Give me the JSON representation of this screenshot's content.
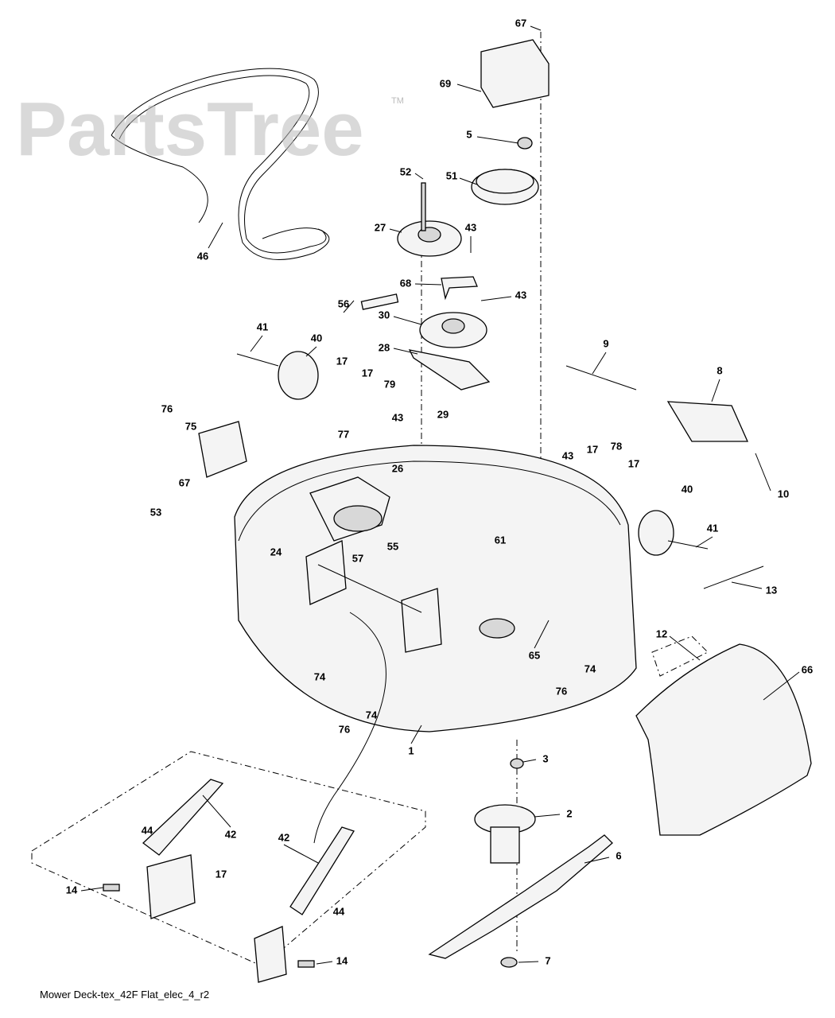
{
  "diagram": {
    "caption": "Mower Deck-tex_42F Flat_elec_4_r2",
    "watermark": "PartsTree",
    "watermark_tm": "TM",
    "callouts": [
      "67",
      "69",
      "5",
      "52",
      "51",
      "27",
      "43",
      "46",
      "68",
      "43",
      "56",
      "30",
      "41",
      "40",
      "28",
      "9",
      "8",
      "17",
      "17",
      "79",
      "43",
      "29",
      "76",
      "75",
      "77",
      "26",
      "43",
      "17",
      "78",
      "17",
      "40",
      "10",
      "67",
      "53",
      "24",
      "55",
      "57",
      "61",
      "41",
      "13",
      "12",
      "66",
      "65",
      "74",
      "74",
      "76",
      "76",
      "74",
      "1",
      "3",
      "2",
      "44",
      "42",
      "42",
      "14",
      "17",
      "44",
      "14",
      "6",
      "7"
    ]
  }
}
